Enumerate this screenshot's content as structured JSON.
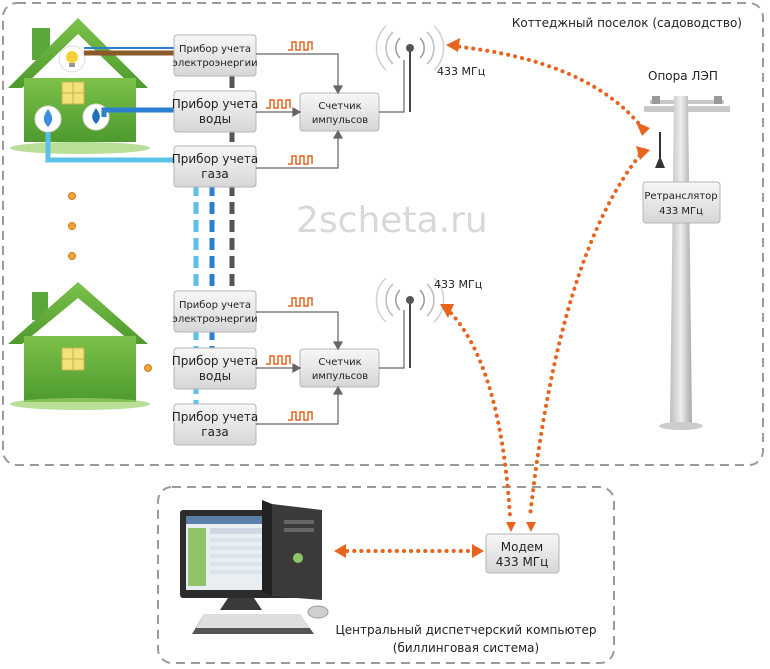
{
  "region_title": "Коттеджный поселок (садоводство)",
  "watermark": "2scheta.ru",
  "meters": {
    "electricity": [
      "Прибор учета",
      "электроэнергии"
    ],
    "water": [
      "Прибор учета",
      "воды"
    ],
    "gas": [
      "Прибор учета",
      "газа"
    ]
  },
  "pulse_counter": [
    "Счетчик",
    "импульсов"
  ],
  "frequency": "433 МГц",
  "pole_label": "Опора  ЛЭП",
  "repeater": [
    "Ретранслятор",
    "433 МГц"
  ],
  "modem": [
    "Модем",
    "433 МГц"
  ],
  "computer_caption": [
    "Центральный диспетчерский компьютер",
    "(биллинговая система)"
  ],
  "colors": {
    "house_green": "#5aa83a",
    "wire_orange": "#e8641e",
    "pulse_orange": "#e8641e",
    "box_gray": "#e6e6e6",
    "electric_wire": "#8b5a2b",
    "water_wire": "#2b7fd0",
    "gas_wire": "#5bc0ea",
    "bus_dark": "#555555"
  }
}
